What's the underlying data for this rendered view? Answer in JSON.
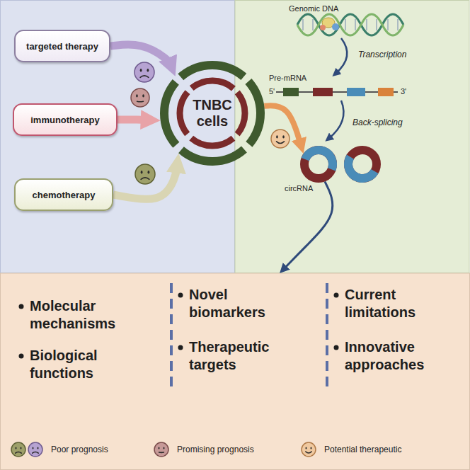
{
  "diagram": {
    "nodes": [
      {
        "text": [
          "targeted therapy"
        ]
      },
      {
        "text": [
          "immunotherapy"
        ]
      },
      {
        "text": [
          "chemotherapy"
        ]
      },
      {
        "text": [
          "TNBC cells"
        ]
      },
      {
        "text": [
          "circRNA"
        ]
      },
      {
        "text": [
          "Molecular mechanisms",
          "Biological functions",
          "Novel biomarkers",
          "Therapeutic targets",
          "Current limitations",
          "Innovative approaches"
        ]
      }
    ],
    "edges": [
      {
        "from": 0,
        "to": 3,
        "arrow": "to"
      },
      {
        "from": 1,
        "to": 3,
        "arrow": "to"
      },
      {
        "from": 2,
        "to": 3,
        "arrow": "to"
      },
      {
        "from": 3,
        "to": 4,
        "arrow": "to"
      },
      {
        "from": 4,
        "to": 5,
        "arrow": "to"
      }
    ],
    "labels": [
      "Genomic DNA",
      "Transcription",
      "Pre-mRNA",
      "5'",
      "3'",
      "Back-splicing"
    ],
    "legend": [
      {
        "text": "Poor prognosis"
      },
      {
        "text": "Promising prognosis"
      },
      {
        "text": "Potential therapeutic"
      }
    ]
  }
}
